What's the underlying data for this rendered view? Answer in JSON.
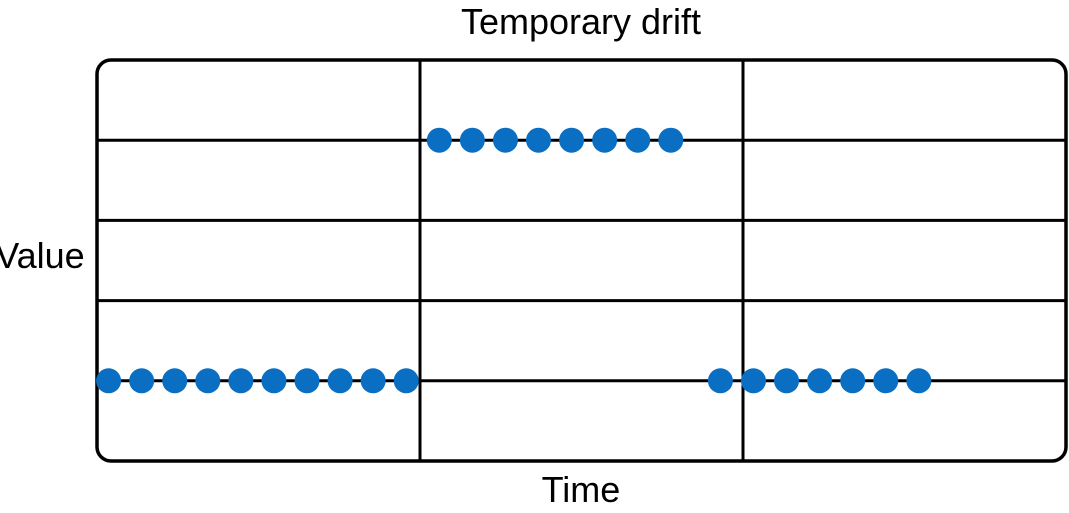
{
  "chart_data": {
    "type": "scatter",
    "title": "Temporary drift",
    "xlabel": "Time",
    "ylabel": "Value",
    "x_gridlines": 2,
    "y_gridlines": 4,
    "grid": true,
    "legend": "none",
    "colors": {
      "point": "#0a6fc2",
      "frame": "#000000"
    },
    "series": [
      {
        "points": [
          {
            "x": 0.35,
            "y": 1
          },
          {
            "x": 1.35,
            "y": 1
          },
          {
            "x": 2.35,
            "y": 1
          },
          {
            "x": 3.35,
            "y": 1
          },
          {
            "x": 4.35,
            "y": 1
          },
          {
            "x": 5.35,
            "y": 1
          },
          {
            "x": 6.35,
            "y": 1
          },
          {
            "x": 7.35,
            "y": 1
          },
          {
            "x": 8.35,
            "y": 1
          },
          {
            "x": 9.35,
            "y": 1
          },
          {
            "x": 10.35,
            "y": 4
          },
          {
            "x": 11.35,
            "y": 4
          },
          {
            "x": 12.35,
            "y": 4
          },
          {
            "x": 13.35,
            "y": 4
          },
          {
            "x": 14.35,
            "y": 4
          },
          {
            "x": 15.35,
            "y": 4
          },
          {
            "x": 16.35,
            "y": 4
          },
          {
            "x": 17.35,
            "y": 4
          },
          {
            "x": 18.85,
            "y": 1
          },
          {
            "x": 19.85,
            "y": 1
          },
          {
            "x": 20.85,
            "y": 1
          },
          {
            "x": 21.85,
            "y": 1
          },
          {
            "x": 22.85,
            "y": 1
          },
          {
            "x": 23.85,
            "y": 1
          },
          {
            "x": 24.85,
            "y": 1
          }
        ]
      }
    ],
    "xlim": [
      0,
      29.3
    ],
    "ylim": [
      0,
      5
    ]
  }
}
